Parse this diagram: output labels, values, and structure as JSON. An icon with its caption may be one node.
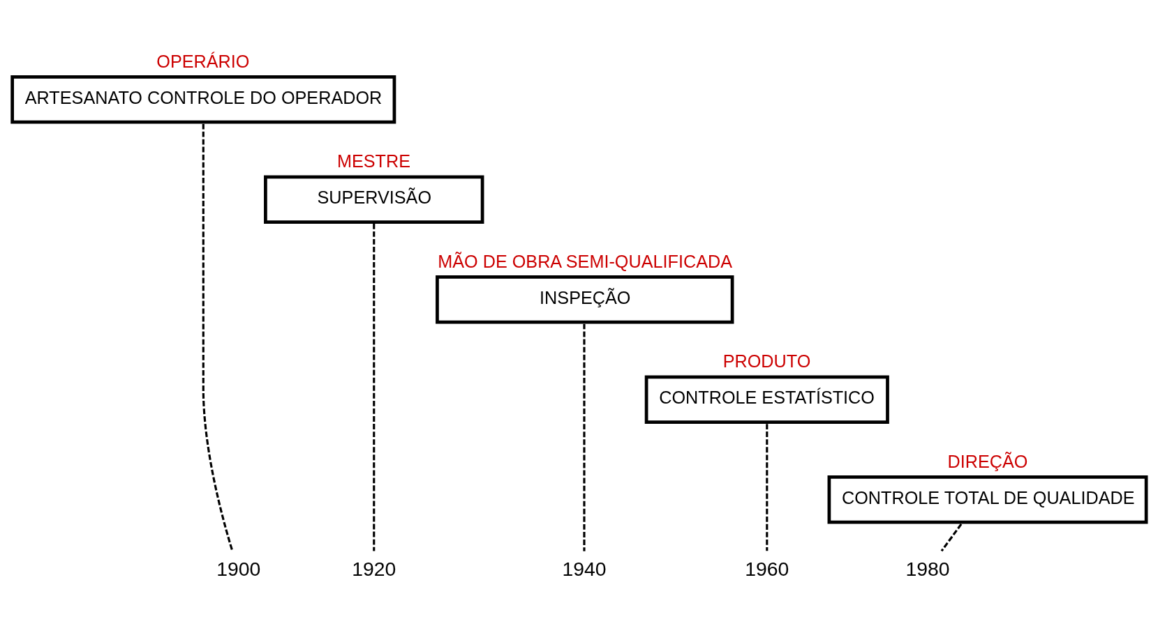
{
  "diagram": {
    "nodes": [
      {
        "text": [
          "OPERÁRIO",
          "ARTESANATO CONTROLE DO OPERADOR"
        ]
      },
      {
        "text": [
          "MESTRE",
          "SUPERVISÃO"
        ]
      },
      {
        "text": [
          "MÃO DE OBRA SEMI-QUALIFICADA",
          "INSPEÇÃO"
        ]
      },
      {
        "text": [
          "PRODUTO",
          "CONTROLE ESTATÍSTICO"
        ]
      },
      {
        "text": [
          "DIREÇÃO",
          "CONTROLE TOTAL DE QUALIDADE"
        ]
      },
      {
        "text": [
          "1900"
        ]
      },
      {
        "text": [
          "1920"
        ]
      },
      {
        "text": [
          "1940"
        ]
      },
      {
        "text": [
          "1960"
        ]
      },
      {
        "text": [
          "1980"
        ]
      }
    ],
    "edges": [
      {
        "from": 0,
        "to": 5,
        "arrow": "none",
        "style": "dashed"
      },
      {
        "from": 1,
        "to": 6,
        "arrow": "none",
        "style": "dashed"
      },
      {
        "from": 2,
        "to": 7,
        "arrow": "none",
        "style": "dashed"
      },
      {
        "from": 3,
        "to": 8,
        "arrow": "none",
        "style": "dashed"
      },
      {
        "from": 4,
        "to": 9,
        "arrow": "none",
        "style": "dashed"
      }
    ]
  }
}
